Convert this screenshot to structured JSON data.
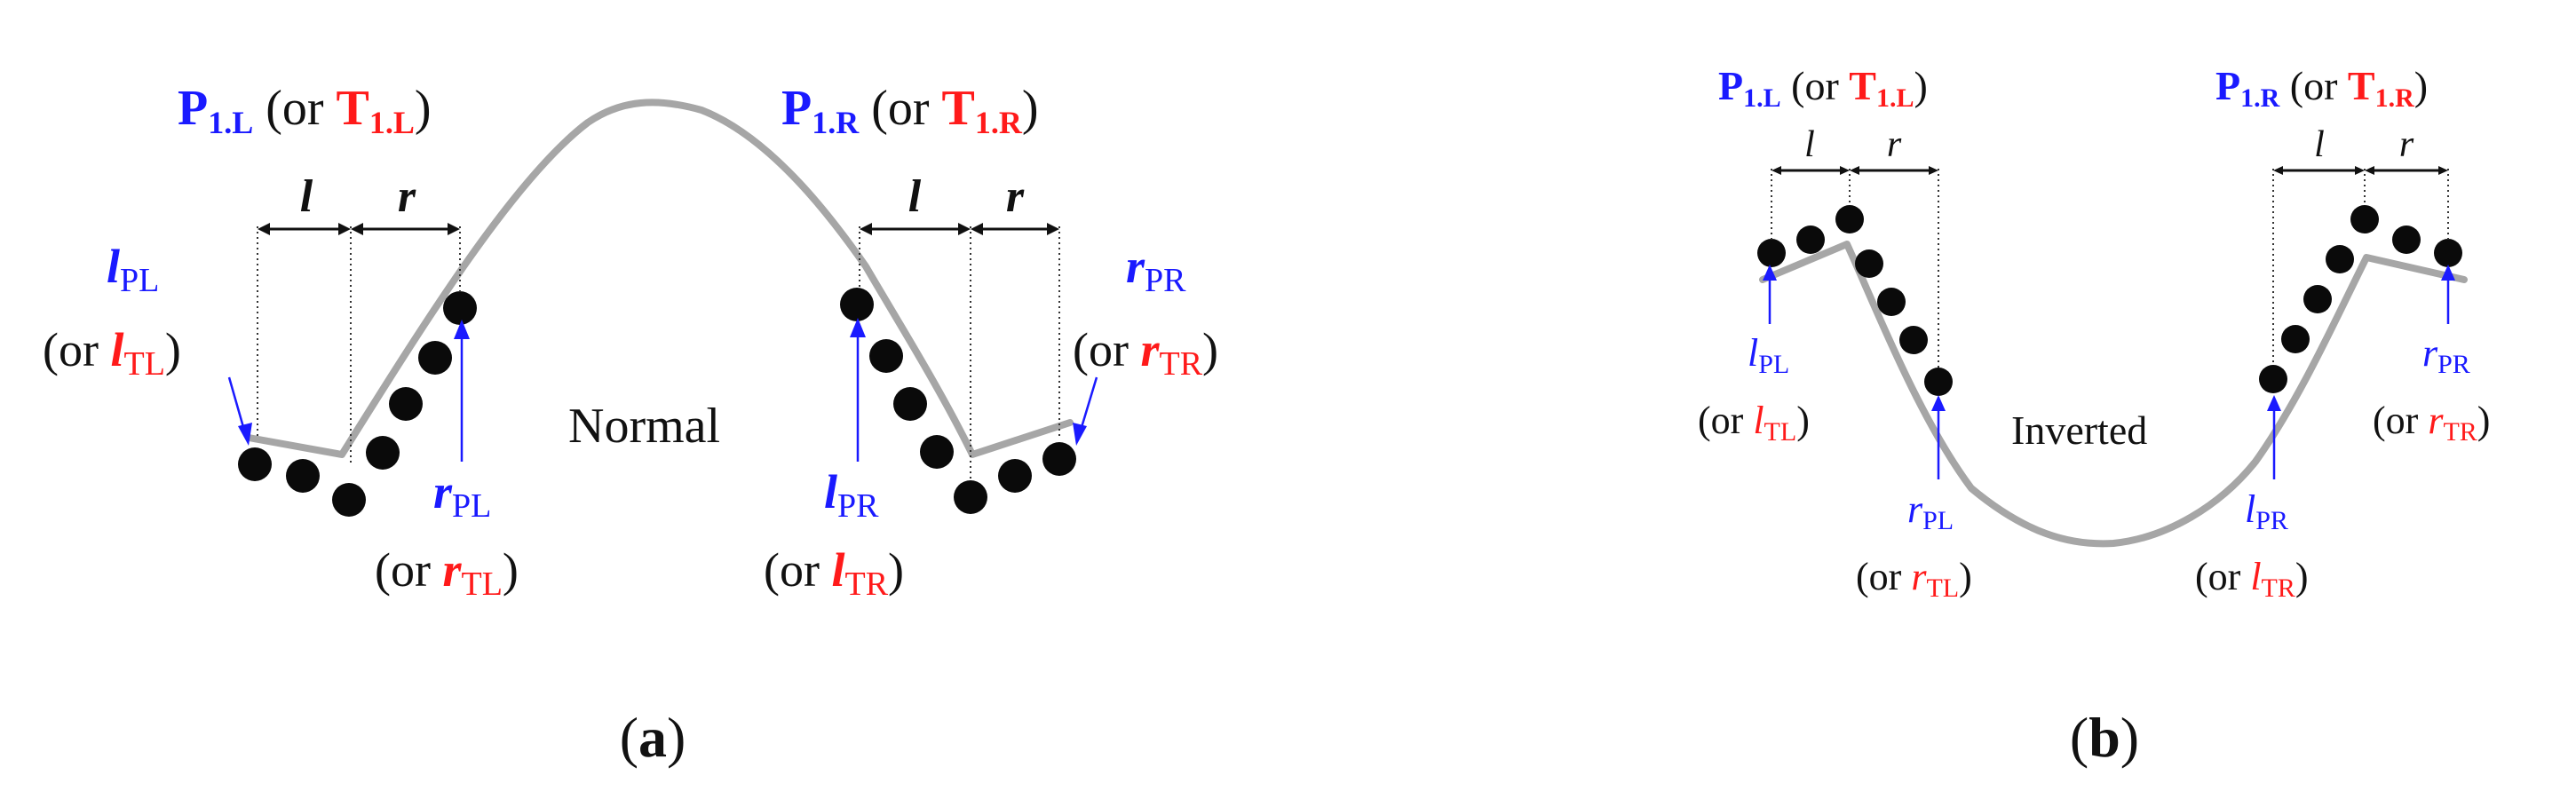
{
  "panel_a": {
    "p1l_main": "P",
    "p1l_sub": "1.L",
    "p1l_or": " (or ",
    "t1l_main": "T",
    "t1l_sub": "1.L",
    "p1l_close": ")",
    "p1r_main": "P",
    "p1r_sub": "1.R",
    "p1r_or": " (or ",
    "t1r_main": "T",
    "t1r_sub": "1.R",
    "p1r_close": ")",
    "dim_l": "l",
    "dim_r": "r",
    "lpl_main": "l",
    "lpl_sub": "PL",
    "lpl_or": "(or ",
    "ltl_main": "l",
    "ltl_sub": "TL",
    "lpl_close": ")",
    "rpl_main": "r",
    "rpl_sub": "PL",
    "rpl_or": "(or ",
    "rtl_main": "r",
    "rtl_sub": "TL",
    "rpl_close": ")",
    "lpr_main": "l",
    "lpr_sub": "PR",
    "lpr_or": "(or ",
    "ltr_main": "l",
    "ltr_sub": "TR",
    "lpr_close": ")",
    "rpr_main": "r",
    "rpr_sub": "PR",
    "rpr_or": "(or ",
    "rtr_main": "r",
    "rtr_sub": "TR",
    "rpr_close": ")",
    "center_label": "Normal",
    "caption_open": "(",
    "caption_letter": "a",
    "caption_close": ")"
  },
  "panel_b": {
    "p1l_main": "P",
    "p1l_sub": "1.L",
    "p1l_or": " (or ",
    "t1l_main": "T",
    "t1l_sub": "1.L",
    "p1l_close": ")",
    "p1r_main": "P",
    "p1r_sub": "1.R",
    "p1r_or": " (or ",
    "t1r_main": "T",
    "t1r_sub": "1.R",
    "p1r_close": ")",
    "dim_l": "l",
    "dim_r": "r",
    "lpl_main": "l",
    "lpl_sub": "PL",
    "lpl_or": "(or ",
    "ltl_main": "l",
    "ltl_sub": "TL",
    "lpl_close": ")",
    "rpl_main": "r",
    "rpl_sub": "PL",
    "rpl_or": "(or ",
    "rtl_main": "r",
    "rtl_sub": "TL",
    "rpl_close": ")",
    "lpr_main": "l",
    "lpr_sub": "PR",
    "lpr_or": "(or ",
    "ltr_main": "l",
    "ltr_sub": "TR",
    "lpr_close": ")",
    "rpr_main": "r",
    "rpr_sub": "PR",
    "rpr_or": "(or ",
    "rtr_main": "r",
    "rtr_sub": "TR",
    "rpr_close": ")",
    "center_label": "Inverted",
    "caption_open": "(",
    "caption_letter": "b",
    "caption_close": ")"
  },
  "colors": {
    "pivot_blue": "#1a1aff",
    "trough_red": "#ff1a1a",
    "curve_gray": "#a6a6a6",
    "dot_black": "#0a0a0a"
  }
}
